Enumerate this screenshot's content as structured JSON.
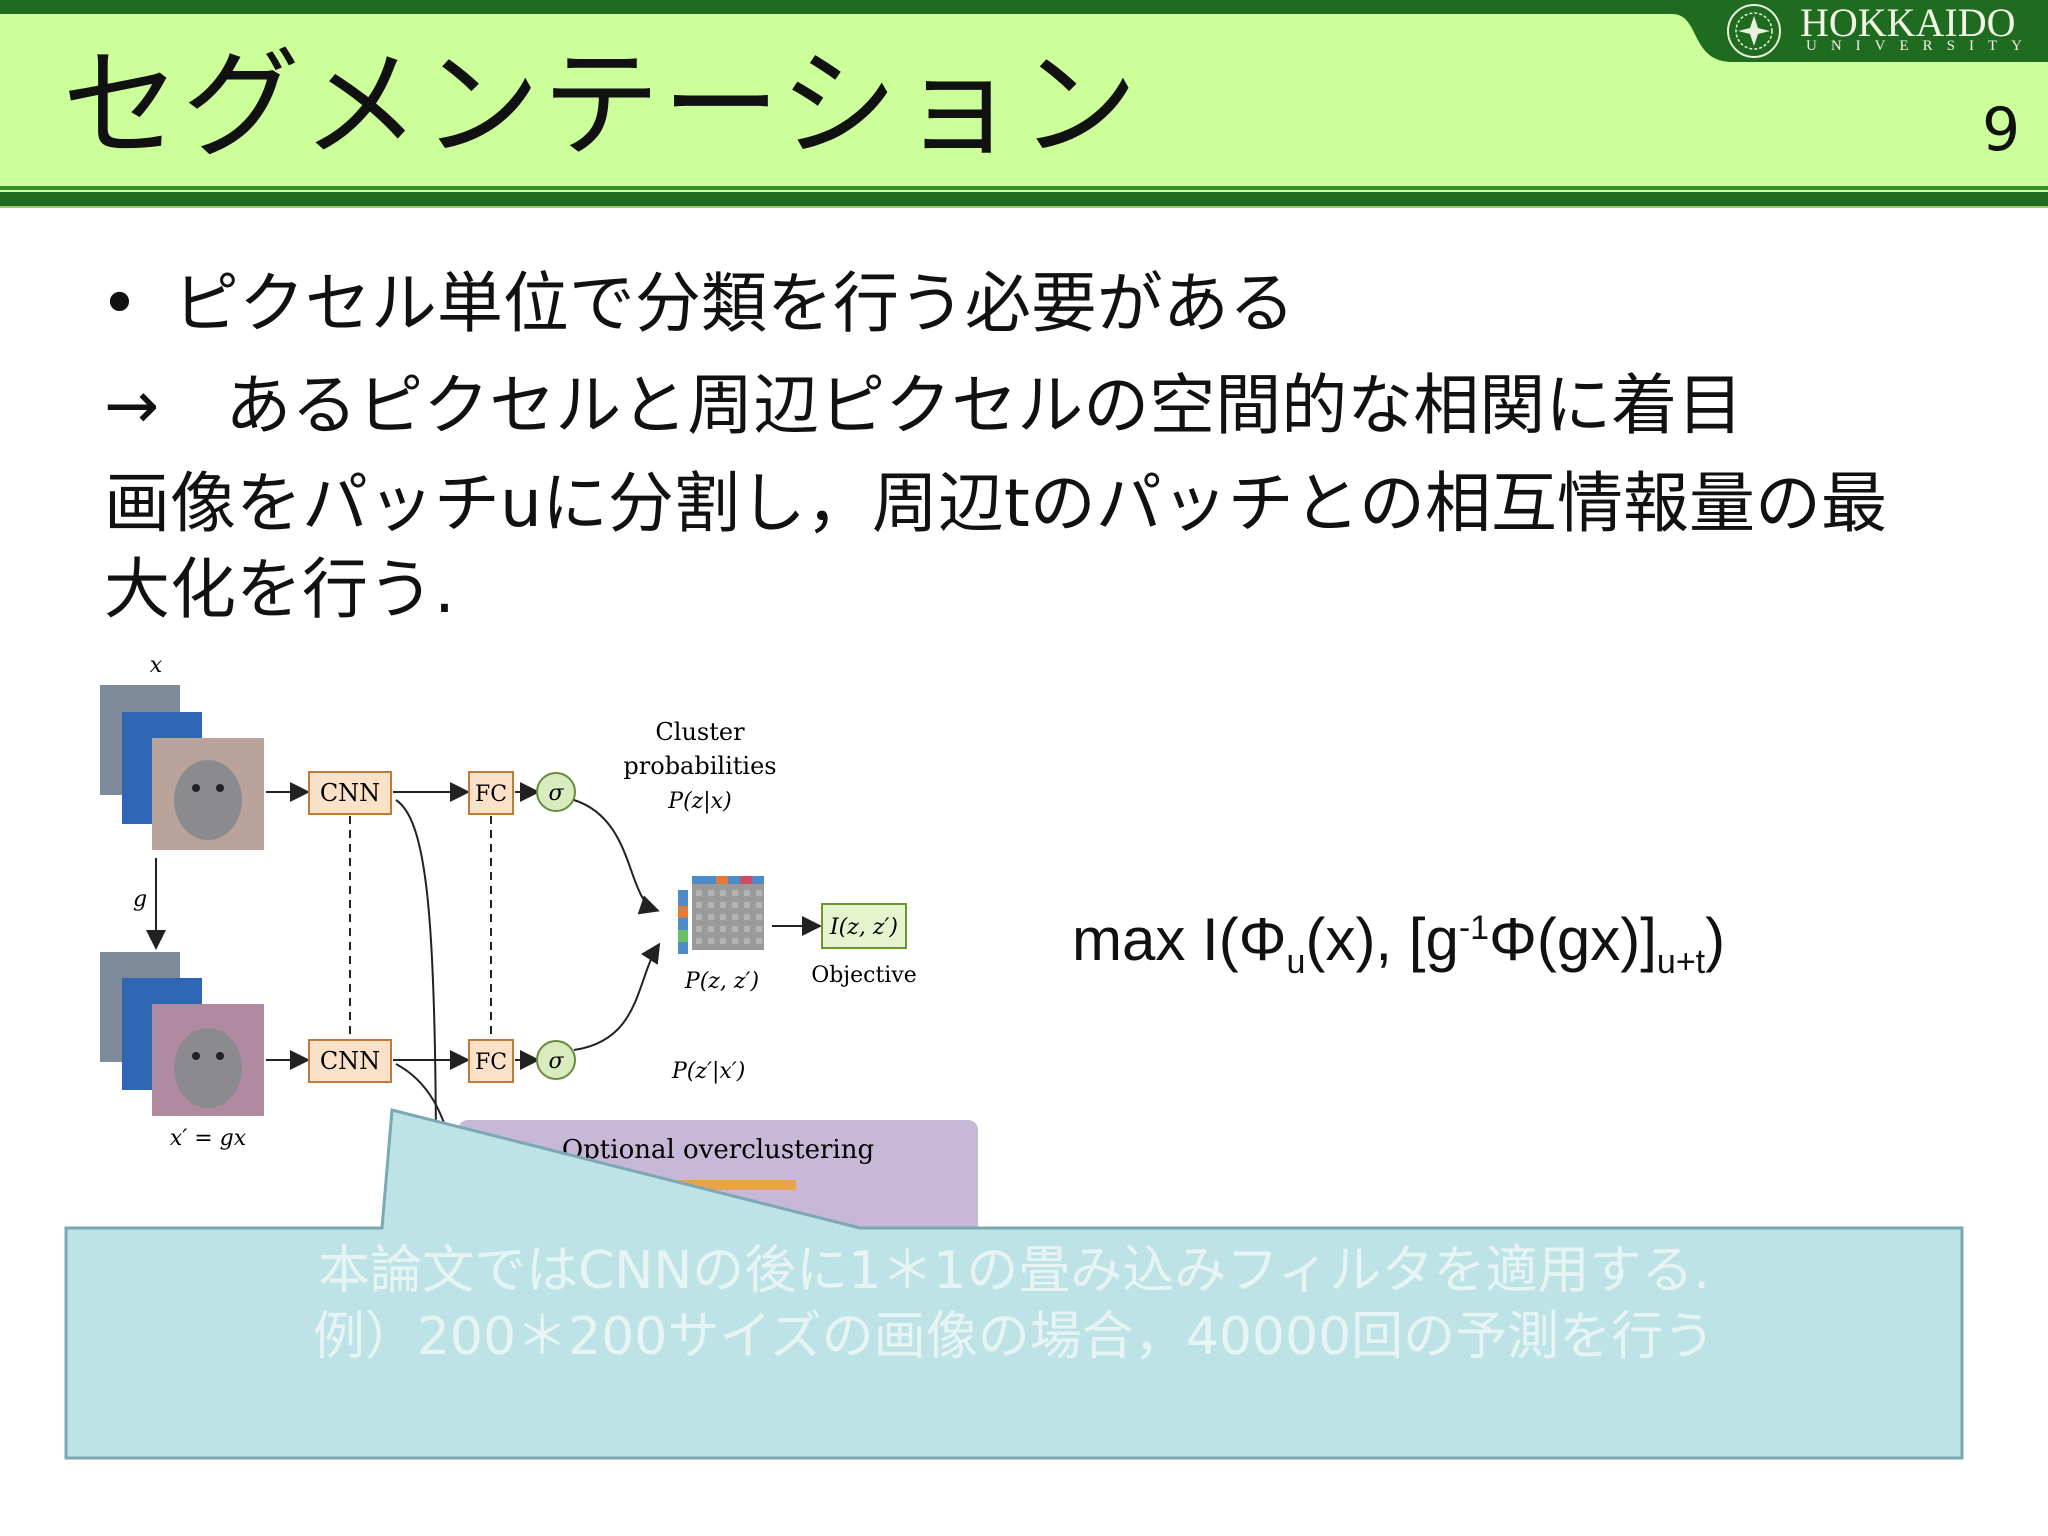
{
  "header": {
    "title": "セグメンテーション",
    "page_number": "9",
    "university_name": "HOKKAIDO",
    "university_sub": "UNIVERSITY",
    "colors": {
      "band": "#ccff99",
      "dark_green": "#1f6b1f",
      "title_text": "#111111"
    }
  },
  "content": {
    "bullet": "•",
    "bullet_text": "ピクセル単位で分類を行う必要がある",
    "arrow": "→",
    "arrow_text": "あるピクセルと周辺ピクセルの空間的な相関に着目",
    "para_line1": "画像をパッチuに分割し，周辺tのパッチとの相互情報量の最",
    "para_line2": "大化を行う."
  },
  "formula": {
    "head": "max I(Φ",
    "sub_u": "u",
    "mid": "(x), [g",
    "sup": "-1",
    "tail": "Φ(gx)]",
    "sub_ut": "u+t",
    "end": ")"
  },
  "diagram": {
    "x_label": "x",
    "g_label": "g",
    "x_prime_label": "x′ = gx",
    "cnn_label": "CNN",
    "fc_label": "FC",
    "sigma": "σ",
    "cluster_title_1": "Cluster",
    "cluster_title_2": "probabilities",
    "p_z_given_x": "P(z|x)",
    "p_zprime_given_xprime": "P(z′|x′)",
    "joint_label": "P(z, z′)",
    "objective_formula": "I(z, z′)",
    "objective_label": "Objective",
    "overclustering_label": "Optional overclustering",
    "colors": {
      "box_fill": "#fbe1c8",
      "box_stroke": "#c07b3a",
      "sigma_fill": "#d9ecc0",
      "obj_fill": "#e6f3cf",
      "obj_stroke": "#6a9a2a",
      "overcluster_fill": "#c8b8d8"
    }
  },
  "callout": {
    "line1": "本論文ではCNNの後に1＊1の畳み込みフィルタを適用する.",
    "line2": "例）200＊200サイズの画像の場合，40000回の予測を行う",
    "colors": {
      "fill": "#bde3e6",
      "stroke": "#7aa9b3"
    }
  }
}
